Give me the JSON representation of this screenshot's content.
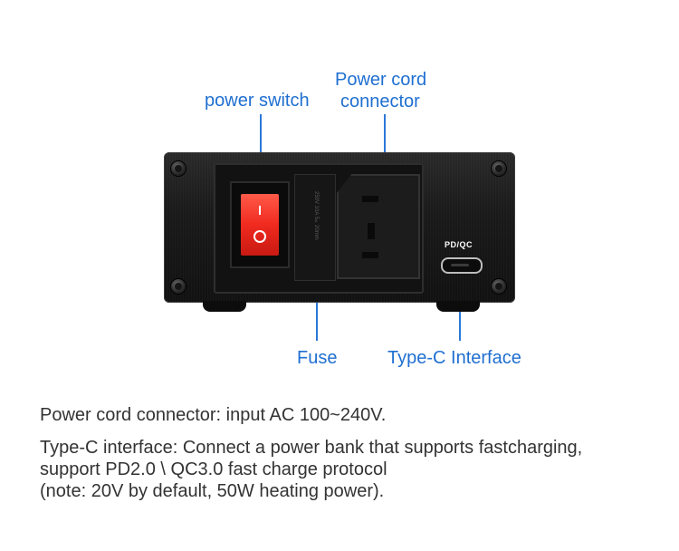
{
  "labels": {
    "power_switch": "power switch",
    "power_cord_line1": "Power cord",
    "power_cord_line2": "connector",
    "fuse": "Fuse",
    "type_c": "Type-C Interface"
  },
  "device": {
    "port_label": "PD/QC",
    "fuse_markings": "250V 10A 5×20mm"
  },
  "description": {
    "line1": "Power cord connector: input AC 100~240V.",
    "line2": "Type-C interface: Connect a power bank that supports fastcharging,",
    "line3": "support PD2.0 \\ QC3.0 fast charge protocol",
    "line4": " (note: 20V by default, 50W heating power)."
  },
  "colors": {
    "callout": "#1f6fd1",
    "rocker": "#f02a1f"
  }
}
